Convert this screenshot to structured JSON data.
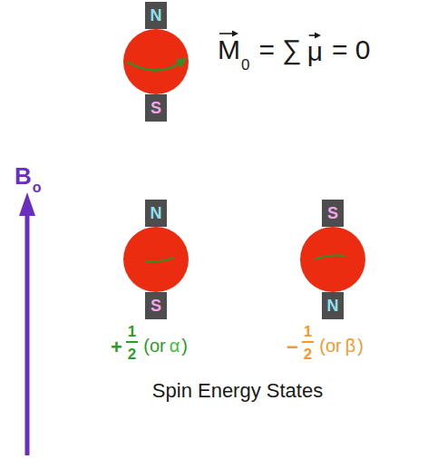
{
  "diagram": {
    "nodes": [
      {
        "text": [
          "N",
          "S"
        ]
      },
      {
        "text": [
          "N",
          "S"
        ]
      },
      {
        "text": [
          "S",
          "N"
        ]
      }
    ],
    "labels": [
      "M",
      "0",
      "= ∑",
      "μ",
      "= 0",
      "B",
      "o",
      "+",
      "1",
      "2",
      "(or",
      "α",
      ")",
      "−",
      "1",
      "2",
      "(or",
      "β",
      ")",
      "Spin Energy States"
    ]
  }
}
